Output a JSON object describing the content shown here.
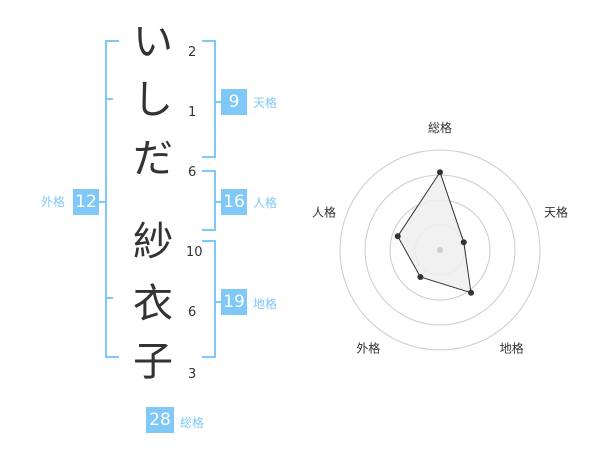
{
  "name_chars": [
    {
      "char": "い",
      "strokes": "2"
    },
    {
      "char": "し",
      "strokes": "1"
    },
    {
      "char": "だ",
      "strokes": "6"
    },
    {
      "char": "紗",
      "strokes": "10"
    },
    {
      "char": "衣",
      "strokes": "6"
    },
    {
      "char": "子",
      "strokes": "3"
    }
  ],
  "scores": {
    "tenkaku": {
      "value": "9",
      "label": "天格"
    },
    "jinkaku": {
      "value": "16",
      "label": "人格"
    },
    "chikaku": {
      "value": "19",
      "label": "地格"
    },
    "gaikaku": {
      "value": "12",
      "label": "外格"
    },
    "soukaku": {
      "value": "28",
      "label": "総格"
    }
  },
  "colors": {
    "accent": "#7fc8f8",
    "text": "#333333"
  },
  "chart_data": {
    "type": "radar",
    "axes": [
      "総格",
      "天格",
      "地格",
      "外格",
      "人格"
    ],
    "values": [
      28,
      9,
      19,
      12,
      16
    ],
    "rings": 4,
    "series_color": "#333333",
    "fill_color": "#eeeeee"
  }
}
